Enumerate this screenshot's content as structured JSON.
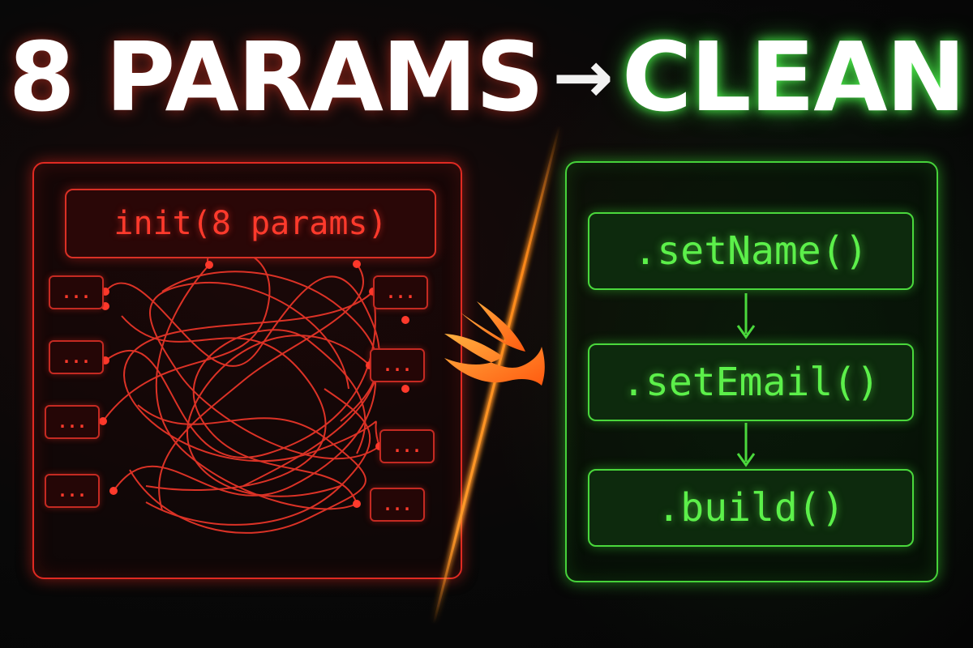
{
  "headline": {
    "left": "8 PARAMS",
    "arrow": "→",
    "right": "CLEAN"
  },
  "before_panel": {
    "init_label": "init(8 params)",
    "param_placeholder": "...",
    "accent_color": "#e02a22"
  },
  "after_panel": {
    "steps": [
      ".setName()",
      ".setEmail()",
      ".build()"
    ],
    "accent_color": "#46d23a"
  },
  "center": {
    "icon": "swift-bird-icon",
    "divider_color": "#ff8a1a"
  }
}
